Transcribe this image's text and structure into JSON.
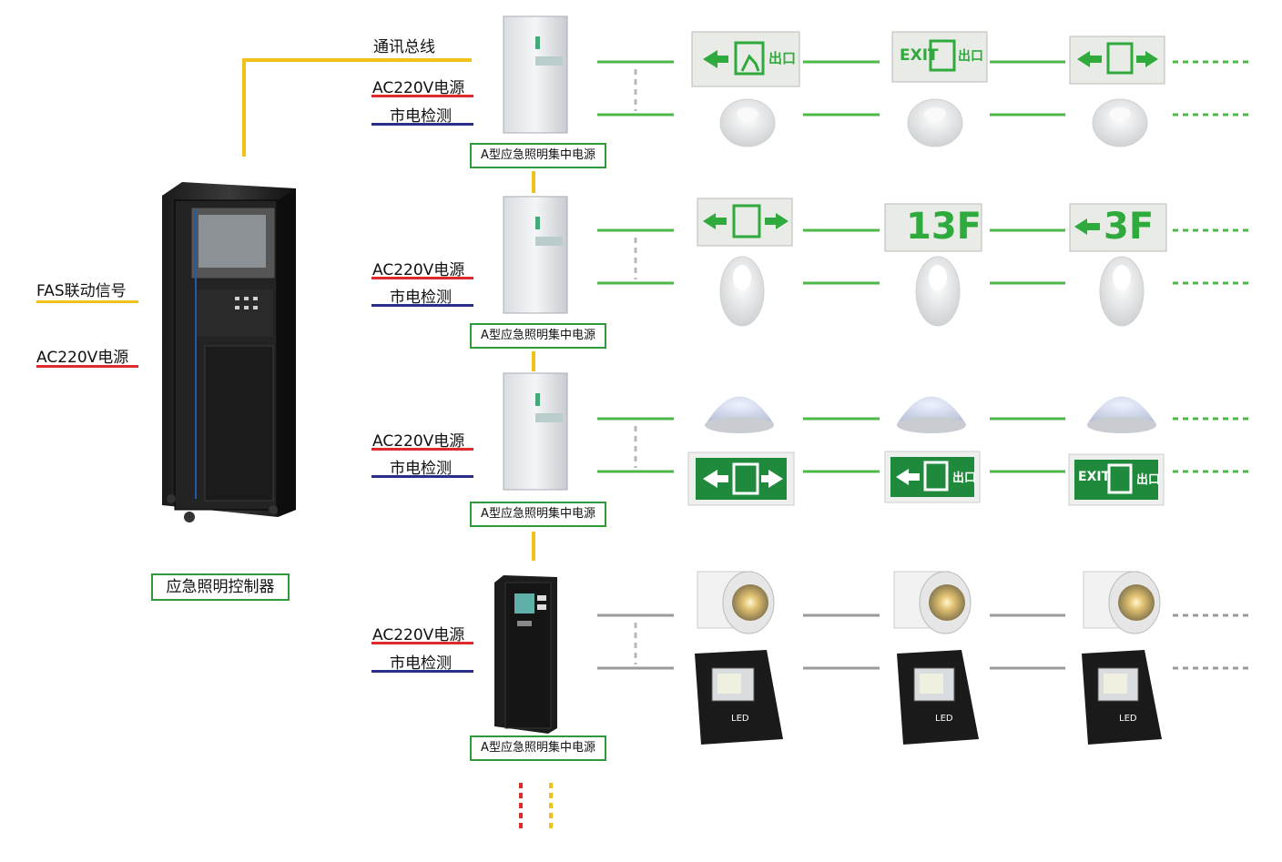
{
  "controller": {
    "title": "应急照明控制器",
    "legend_fas": "FAS联动信号",
    "legend_ac": "AC220V电源"
  },
  "bus_label": "通讯总线",
  "power_label": "AC220V电源",
  "mains_label": "市电检测",
  "unit_label": "A型应急照明集中电源",
  "signs": {
    "exit_cn": "出口",
    "exit_en": "EXIT",
    "floor_13": "13F",
    "floor_3": "3F",
    "led": "LED"
  },
  "colors": {
    "bus_yellow": "#f2c21b",
    "power_red": "#e02a2a",
    "mains_blue": "#2b2f8c",
    "line_green": "#4db848",
    "line_grey": "#9a9a9a",
    "sign_green": "#1f8a3b",
    "box_border": "#2e9a3a"
  }
}
